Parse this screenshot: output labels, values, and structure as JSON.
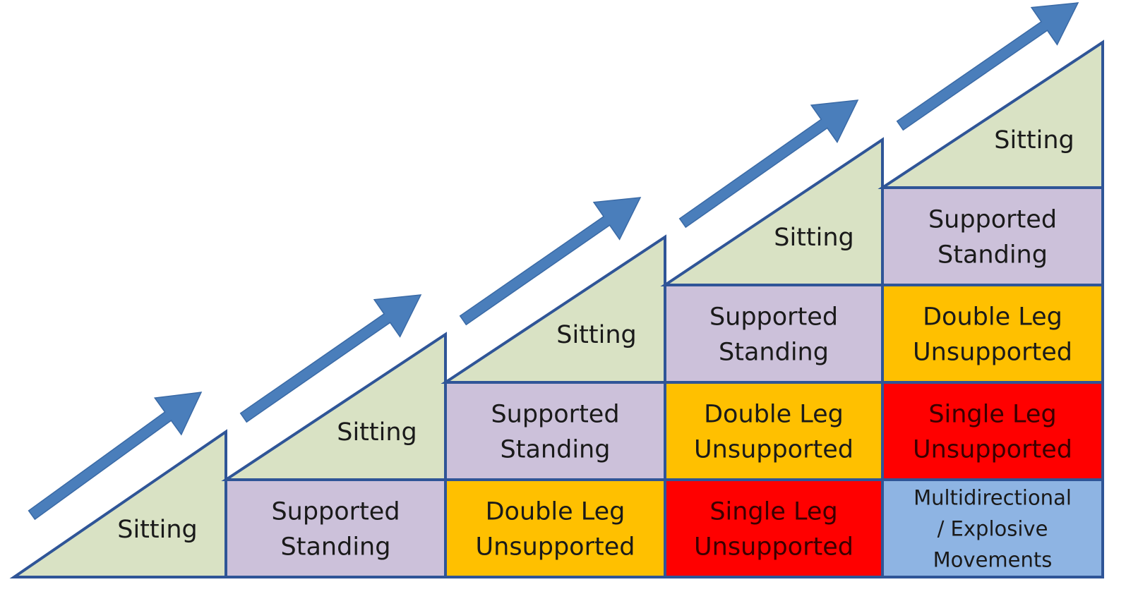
{
  "colors": {
    "outline": "#2F5597",
    "sitting": "#D9E2C4",
    "supported_standing": "#CCC1DA",
    "double_leg": "#FFC000",
    "single_leg": "#FF0000",
    "multidirectional": "#8EB4E3",
    "arrow": "#4A7EBB",
    "text_dark": "#1a1a1a",
    "text_on_red": "#3a0000"
  },
  "stages": [
    {
      "triangle_label": "Sitting",
      "blocks": []
    },
    {
      "triangle_label": "Sitting",
      "blocks": [
        {
          "lines": [
            "Supported",
            "Standing"
          ],
          "kind": "supported_standing"
        }
      ]
    },
    {
      "triangle_label": "Sitting",
      "blocks": [
        {
          "lines": [
            "Supported",
            "Standing"
          ],
          "kind": "supported_standing"
        },
        {
          "lines": [
            "Double Leg",
            "Unsupported"
          ],
          "kind": "double_leg"
        }
      ]
    },
    {
      "triangle_label": "Sitting",
      "blocks": [
        {
          "lines": [
            "Supported",
            "Standing"
          ],
          "kind": "supported_standing"
        },
        {
          "lines": [
            "Double Leg",
            "Unsupported"
          ],
          "kind": "double_leg"
        },
        {
          "lines": [
            "Single Leg",
            "Unsupported"
          ],
          "kind": "single_leg"
        }
      ]
    },
    {
      "triangle_label": "Sitting",
      "blocks": [
        {
          "lines": [
            "Supported",
            "Standing"
          ],
          "kind": "supported_standing"
        },
        {
          "lines": [
            "Double Leg",
            "Unsupported"
          ],
          "kind": "double_leg"
        },
        {
          "lines": [
            "Single Leg",
            "Unsupported"
          ],
          "kind": "single_leg"
        },
        {
          "lines": [
            "Multidirectional",
            "/ Explosive",
            "Movements"
          ],
          "kind": "multidirectional"
        }
      ]
    }
  ]
}
